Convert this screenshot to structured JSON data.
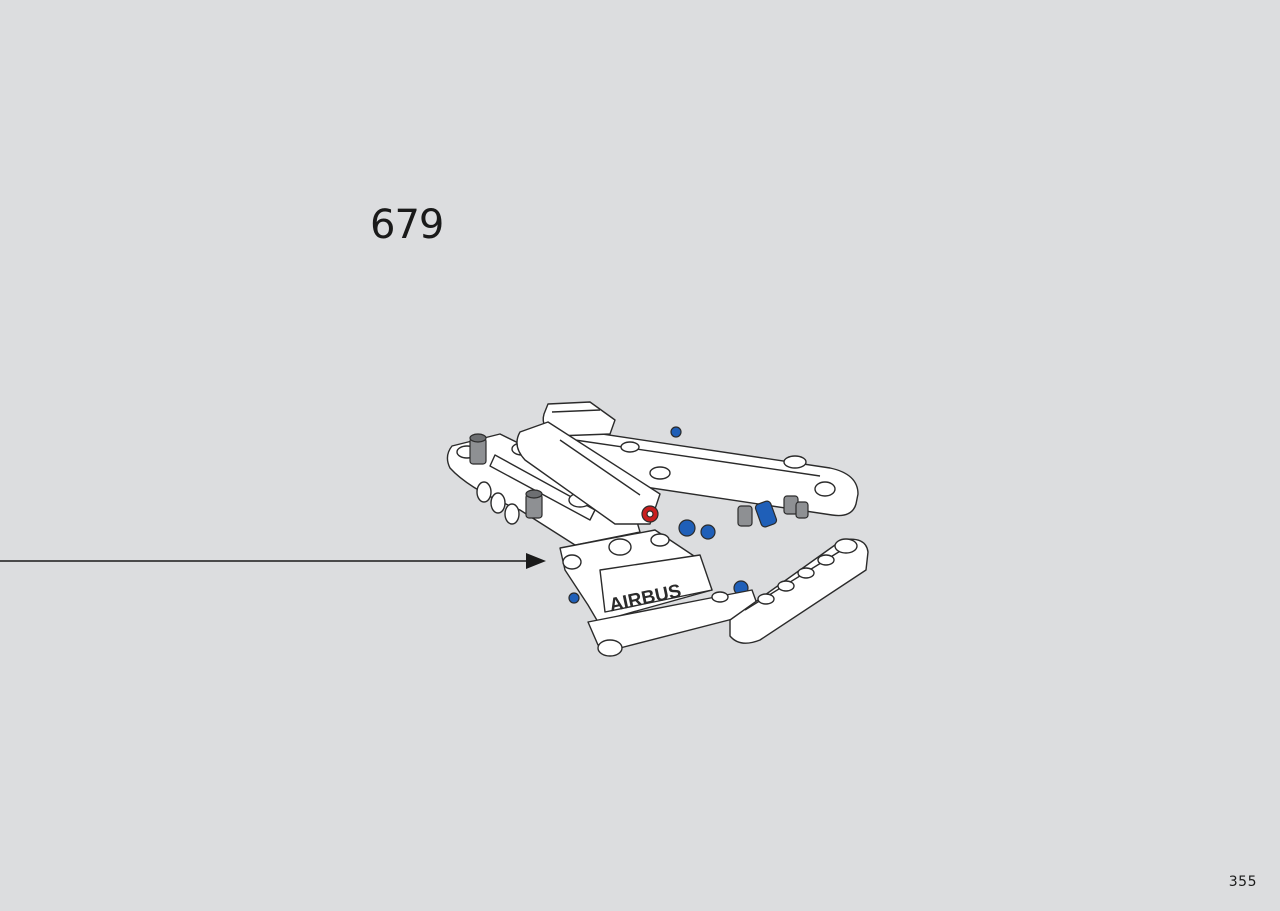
{
  "step": {
    "number": "679"
  },
  "page": {
    "number": "355"
  },
  "model": {
    "logo_text": "AIRBUS"
  },
  "colors": {
    "background": "#dcdddf",
    "part_white": "#ffffff",
    "outline": "#2b2b2b",
    "pin_blue": "#1f5fb8",
    "pin_red": "#c81e1e",
    "pin_gray": "#6d6f72"
  }
}
